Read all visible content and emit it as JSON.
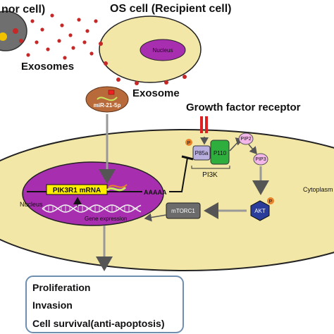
{
  "labels": {
    "donor_cell": "nor cell)",
    "recipient_cell": "OS cell (Recipient cell)",
    "nucleus_top": "Nucleus",
    "exosomes": "Exosomes",
    "exosome": "Exosome",
    "mirna": "miR-21-5p",
    "growth_factor_receptor": "Growth factor receptor",
    "p85a": "P85a",
    "p110": "P110",
    "pi3k": "PI3K",
    "pip2": "PIP2",
    "pip3": "PIP3",
    "akt": "AKT",
    "phospho": "P",
    "mtorc1": "mTORC1",
    "cytoplasm": "Cytoplasm",
    "nucleus_main": "Nucleus",
    "pik3r1_mrna": "PIK3R1 mRNA",
    "poly_a": "AAAAA",
    "gene_expression": "Gene expression"
  },
  "outcomes": [
    "Proliferation",
    "Invasion",
    "Cell survival(anti-apoptosis)"
  ],
  "colors": {
    "cell_fill": "#f2e7a6",
    "cell_stroke": "#222222",
    "nucleus_fill": "#a82eb0",
    "exosome_fill": "#b96a3a",
    "vesicle_fill": "#c62828",
    "p85a_fill": "#b9b0e0",
    "p110_fill": "#2eae3c",
    "pip_fill": "#f2b7e8",
    "akt_fill": "#2b3d9a",
    "mtorc1_fill": "#6b6b6b",
    "phospho_fill": "#e8822a",
    "receptor_color": "#e02020",
    "mrna_label_fill": "#ffee00",
    "outcome_border": "#6f8fb0"
  }
}
